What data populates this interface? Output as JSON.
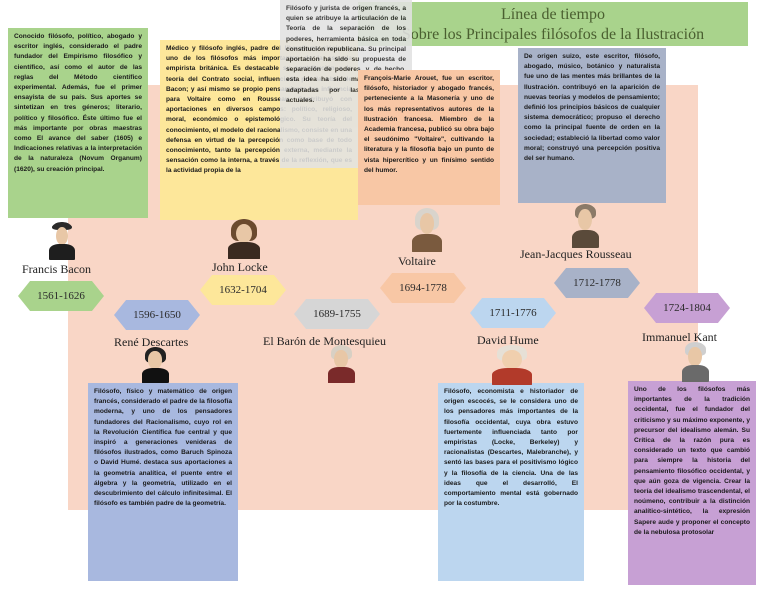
{
  "title": {
    "line1": "Línea de tiempo",
    "line2": "Sobre los Principales filósofos de la Ilustración"
  },
  "philosophers": [
    {
      "id": "bacon",
      "name": "Francis Bacon",
      "years": "1561-1626",
      "color": "#a9d38c",
      "text": "Conocido filósofo, político, abogado y escritor inglés, considerado el padre fundador del Empirismo filosófico y científico, así como el autor de las reglas del Método científico experimental. Además, fue el primer ensayista de su país. Sus aportes se sintetizan en tres géneros; literario, político y filosófico. Éste último fue el más importante por obras maestras como El avance del saber (1605) e Indicaciones relativas a la interpretación de la naturaleza (Novum Organum) (1620), su creación principal."
    },
    {
      "id": "descartes",
      "name": "René Descartes",
      "years": "1596-1650",
      "color": "#a8b8df",
      "text": "Filósofo, físico y matemático de origen francés, considerado el padre de la filosofía moderna, y uno de los pensadores fundadores del Racionalismo, cuyo rol en la Revolución Científica fue central y que inspiró a generaciones venideras de filósofos ilustrados, como Baruch Spinoza o David Humé. destaca sus aportaciones a la geometría analítica, el puente entre el álgebra y la geometría, utilizado en el descubrimiento del cálculo infinitesimal. El filósofo es también padre de la geometría."
    },
    {
      "id": "locke",
      "name": "John Locke",
      "years": "1632-1704",
      "color": "#fde79a",
      "text": "Médico y filósofo inglés, padre del liberalismo clásico y uno de los filósofos más importantes de la escuela empirista británica. Es destacable su contribución a la teoría del Contrato social, influenciado por la obra de Bacon; y así mismo se propio pensamiento fue influencia para Voltaire como en Rousseau. Contribuyó con aportaciones en diversos campos: político, religioso, moral, económico o epistemológico. Su teoría del conocimiento, el modelo del racionalismo, consiste en una defensa en virtud de la percepción como base de todo conocimiento, tanto la percepción externa, mediante la sensación como la interna, a través de la reflexión, que es la actividad propia de la"
    },
    {
      "id": "montesquieu",
      "name": "El Barón de Montesquieu",
      "years": "1689-1755",
      "color": "#d6d6d6",
      "text": "Filósofo y jurista de origen francés, a quien se atribuye la articulación de la Teoría de la separación de los poderes, herramienta básica en toda constitución republicana. Su principal aportación ha sido su propuesta de separación de poderes, y, de hecho, esta idea ha sido mayoritariamente adaptadas por las sociedades actuales."
    },
    {
      "id": "voltaire",
      "name": "Voltaire",
      "years": "1694-1778",
      "color": "#f8c7a5",
      "text": "François-Marie Arouet, fue un escritor, filósofo, historiador y abogado francés, perteneciente a la Masonería y uno de los más representativos autores de la Ilustración francesa. Miembro de la Academia francesa, publicó su obra bajo el seudónimo \"Voltaire\", cultivando la literatura y la filosofía bajo un punto de vista hipercrítico y un finísimo sentido del humor."
    },
    {
      "id": "hume",
      "name": "David Hume",
      "years": "1711-1776",
      "color": "#bcd6ef",
      "text": "Filósofo, economista e historiador de origen escocés, se le considera uno de los pensadores más importantes de la filosofía occidental, cuya obra estuvo fuertemente influenciada tanto por empiristas (Locke, Berkeley) y racionalistas (Descartes, Malebranche), y sentó las bases para el positivismo lógico y la filosofía de la ciencia. Una de las ideas que el desarrolló, El comportamiento mental está gobernado por la costumbre."
    },
    {
      "id": "rousseau",
      "name": "Jean-Jacques Rousseau",
      "years": "1712-1778",
      "color": "#a8b2c8",
      "text": "De origen suizo, este escritor, filósofo, abogado, músico, botánico y naturalista fue uno de las mentes más brillantes de la Ilustración. contribuyó en la aparición de nuevas teorías y modelos de pensamiento; definió los principios básicos de cualquier sistema democrático; propuso el derecho como la principal fuente de orden en la sociedad; estableció la libertad como valor moral; construyó una percepción positiva del ser humano."
    },
    {
      "id": "kant",
      "name": "Immanuel Kant",
      "years": "1724-1804",
      "color": "#c7a0d4",
      "text": "Uno de los filósofos más importantes de la tradición occidental, fue el fundador del criticismo y su máximo exponente, y precursor del idealismo alemán. Su Crítica de la razón pura es considerado un texto que cambió para siempre la historia del pensamiento filosófico occidental, y que aún goza de vigencia. Crear la teoría del idealismo trascendental, el noúmeno, contribuir a la distinción analítico-sintético, la expresión Sapere aude y proponer el concepto de la nebulosa protosolar"
    }
  ]
}
